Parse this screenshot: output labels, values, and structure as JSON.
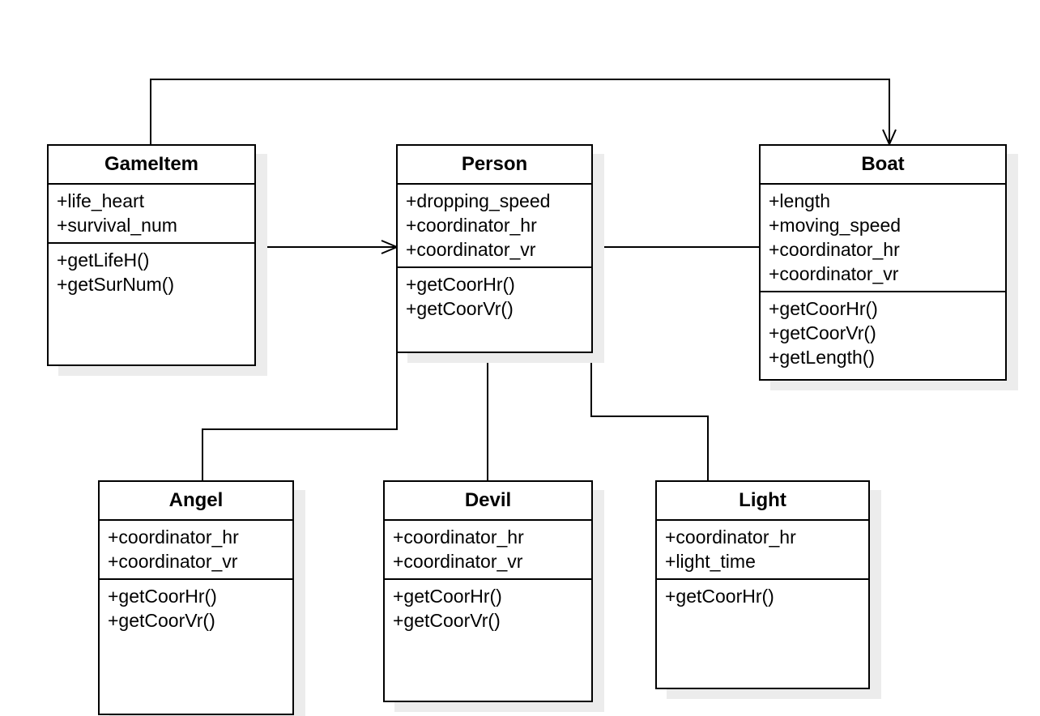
{
  "classes": {
    "gameitem": {
      "name": "GameItem",
      "attributes": [
        "+life_heart",
        "+survival_num"
      ],
      "methods": [
        "+getLifeH()",
        "+getSurNum()"
      ]
    },
    "person": {
      "name": "Person",
      "attributes": [
        "+dropping_speed",
        "+coordinator_hr",
        "+coordinator_vr"
      ],
      "methods": [
        "+getCoorHr()",
        "+getCoorVr()"
      ]
    },
    "boat": {
      "name": "Boat",
      "attributes": [
        "+length",
        "+moving_speed",
        "+coordinator_hr",
        "+coordinator_vr"
      ],
      "methods": [
        "+getCoorHr()",
        "+getCoorVr()",
        "+getLength()"
      ]
    },
    "angel": {
      "name": "Angel",
      "attributes": [
        "+coordinator_hr",
        "+coordinator_vr"
      ],
      "methods": [
        "+getCoorHr()",
        "+getCoorVr()"
      ]
    },
    "devil": {
      "name": "Devil",
      "attributes": [
        "+coordinator_hr",
        "+coordinator_vr"
      ],
      "methods": [
        "+getCoorHr()",
        "+getCoorVr()"
      ]
    },
    "light": {
      "name": "Light",
      "attributes": [
        "+coordinator_hr",
        "+light_time"
      ],
      "methods": [
        "+getCoorHr()"
      ]
    }
  },
  "relations": [
    {
      "from": "gameitem",
      "to": "boat",
      "type": "association-arrow"
    },
    {
      "from": "gameitem",
      "to": "person",
      "type": "association-arrow"
    },
    {
      "from": "person",
      "to": "boat",
      "type": "association"
    },
    {
      "from": "person",
      "to": "angel",
      "type": "association"
    },
    {
      "from": "person",
      "to": "devil",
      "type": "association"
    },
    {
      "from": "person",
      "to": "light",
      "type": "association"
    }
  ]
}
